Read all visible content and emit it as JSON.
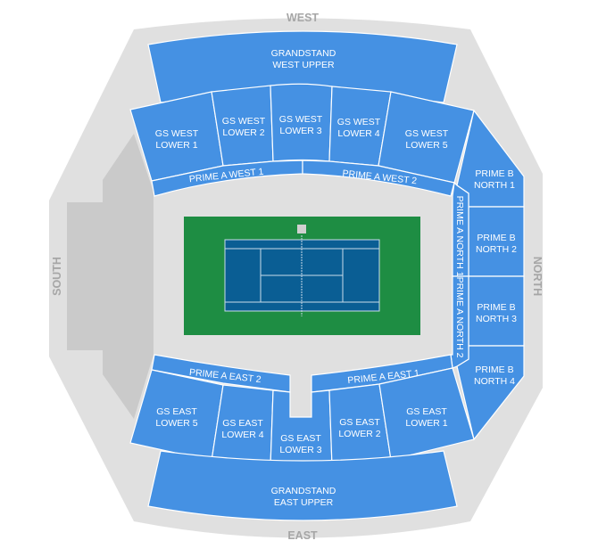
{
  "directions": {
    "west": "WEST",
    "east": "EAST",
    "north": "NORTH",
    "south": "SOUTH"
  },
  "colors": {
    "section": "#4591e3",
    "outer_ring": "#e0e0e0",
    "south_block": "#cacaca",
    "court_surround": "#1e8d43",
    "court": "#0a5e94",
    "court_lines": "#c9dcea"
  },
  "sections": {
    "grandstand_west_upper": [
      "GRANDSTAND",
      "WEST UPPER"
    ],
    "gs_west_lower_1": [
      "GS WEST",
      "LOWER 1"
    ],
    "gs_west_lower_2": [
      "GS WEST",
      "LOWER 2"
    ],
    "gs_west_lower_3": [
      "GS WEST",
      "LOWER 3"
    ],
    "gs_west_lower_4": [
      "GS WEST",
      "LOWER 4"
    ],
    "gs_west_lower_5": [
      "GS WEST",
      "LOWER 5"
    ],
    "prime_a_west_1": "PRIME A WEST 1",
    "prime_a_west_2": "PRIME A WEST 2",
    "prime_b_north_1": [
      "PRIME B",
      "NORTH 1"
    ],
    "prime_b_north_2": [
      "PRIME B",
      "NORTH 2"
    ],
    "prime_b_north_3": [
      "PRIME B",
      "NORTH 3"
    ],
    "prime_b_north_4": [
      "PRIME B",
      "NORTH 4"
    ],
    "prime_a_north_1": "PRIME A NORTH 1",
    "prime_a_north_2": "PRIME A NORTH 2",
    "prime_a_east_1": "PRIME A EAST 1",
    "prime_a_east_2": "PRIME A EAST 2",
    "gs_east_lower_1": [
      "GS EAST",
      "LOWER 1"
    ],
    "gs_east_lower_2": [
      "GS EAST",
      "LOWER 2"
    ],
    "gs_east_lower_3": [
      "GS EAST",
      "LOWER 3"
    ],
    "gs_east_lower_4": [
      "GS EAST",
      "LOWER 4"
    ],
    "gs_east_lower_5": [
      "GS EAST",
      "LOWER 5"
    ],
    "grandstand_east_upper": [
      "GRANDSTAND",
      "EAST UPPER"
    ]
  }
}
